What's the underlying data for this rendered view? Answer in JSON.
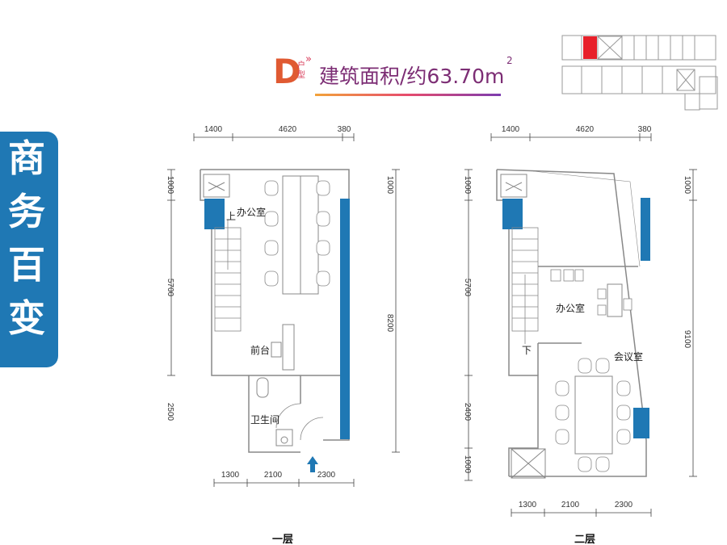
{
  "side_tab": {
    "text": "商务百变"
  },
  "title": {
    "unit_letter": "D",
    "small_1": "户",
    "small_2": "型",
    "mark": "»",
    "area_text": "建筑面积/约63.70m",
    "superscript": "2"
  },
  "floor1": {
    "top_dims": [
      "1400",
      "4620",
      "380"
    ],
    "left_dims": [
      "1000",
      "5700",
      "2500"
    ],
    "right_dim": "8200",
    "bottom_dims": [
      "1300",
      "2100",
      "2300"
    ],
    "rooms": {
      "office": "办公室",
      "up": "上",
      "reception": "前台",
      "bathroom": "卫生间"
    },
    "label": "一层"
  },
  "floor2": {
    "top_dims": [
      "1400",
      "4620",
      "380"
    ],
    "left_dims": [
      "1000",
      "5700",
      "2400",
      "1000"
    ],
    "right_dims": [
      "1000",
      "9100"
    ],
    "bottom_dims": [
      "1300",
      "2100",
      "2300"
    ],
    "rooms": {
      "office": "办公室",
      "down": "下",
      "meeting": "会议室"
    },
    "label": "二层"
  },
  "colors": {
    "accent_blue": "#1f78b4",
    "key_red": "#e8202a",
    "wall_gray": "#888888"
  }
}
